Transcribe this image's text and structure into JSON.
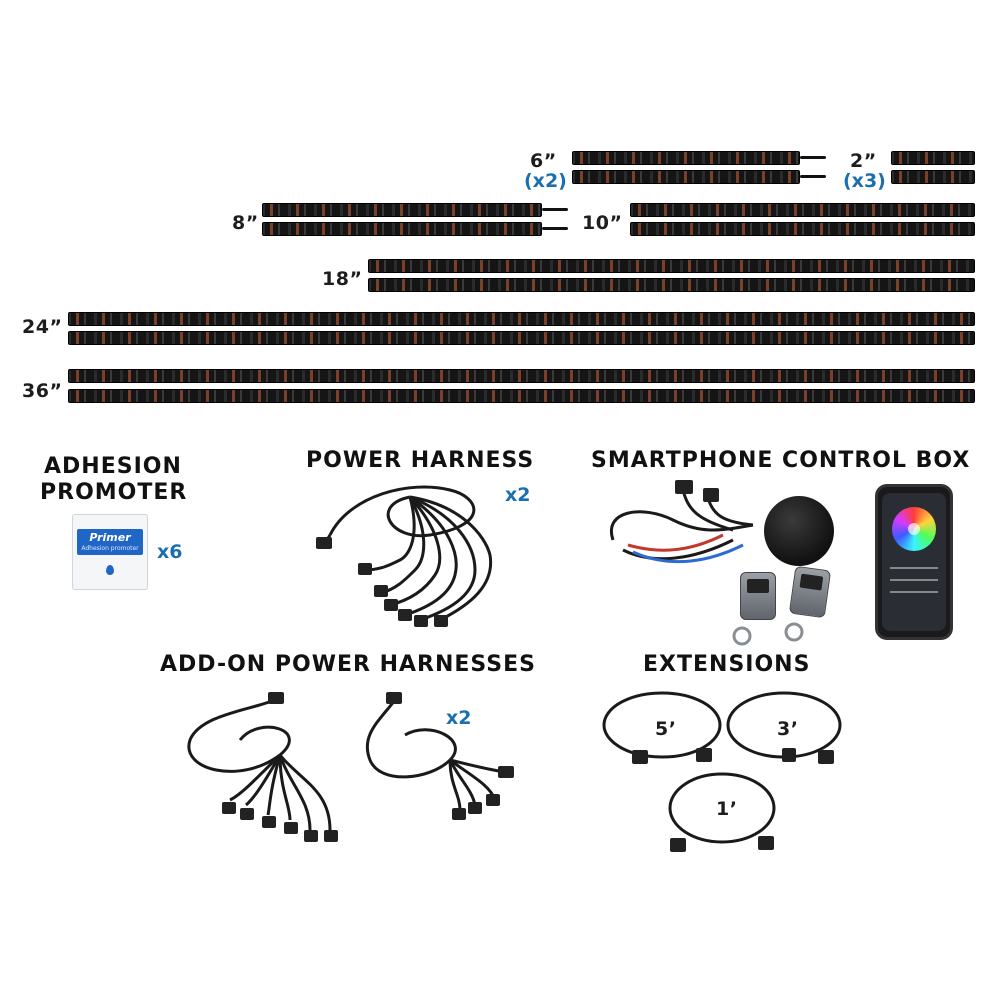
{
  "strips": {
    "len_6": "6”",
    "qty_6": "(x2)",
    "len_2": "2”",
    "qty_2": "(x3)",
    "len_8": "8”",
    "len_10": "10”",
    "len_18": "18”",
    "len_24": "24”",
    "len_36": "36”"
  },
  "adhesion": {
    "title_line1": "ADHESION",
    "title_line2": "PROMOTER",
    "qty": "x6",
    "brand": "Primer",
    "sub": "Adhesion promoter"
  },
  "power_harness": {
    "title": "POWER HARNESS",
    "qty": "x2"
  },
  "control_box": {
    "title": "SMARTPHONE CONTROL BOX"
  },
  "addon": {
    "title": "ADD-ON POWER HARNESSES",
    "qty": "x2"
  },
  "extensions": {
    "title": "EXTENSIONS",
    "len_5": "5’",
    "len_3": "3’",
    "len_1": "1’"
  },
  "colors": {
    "accent": "#1c6fae",
    "strip": "#1e1e1e"
  }
}
